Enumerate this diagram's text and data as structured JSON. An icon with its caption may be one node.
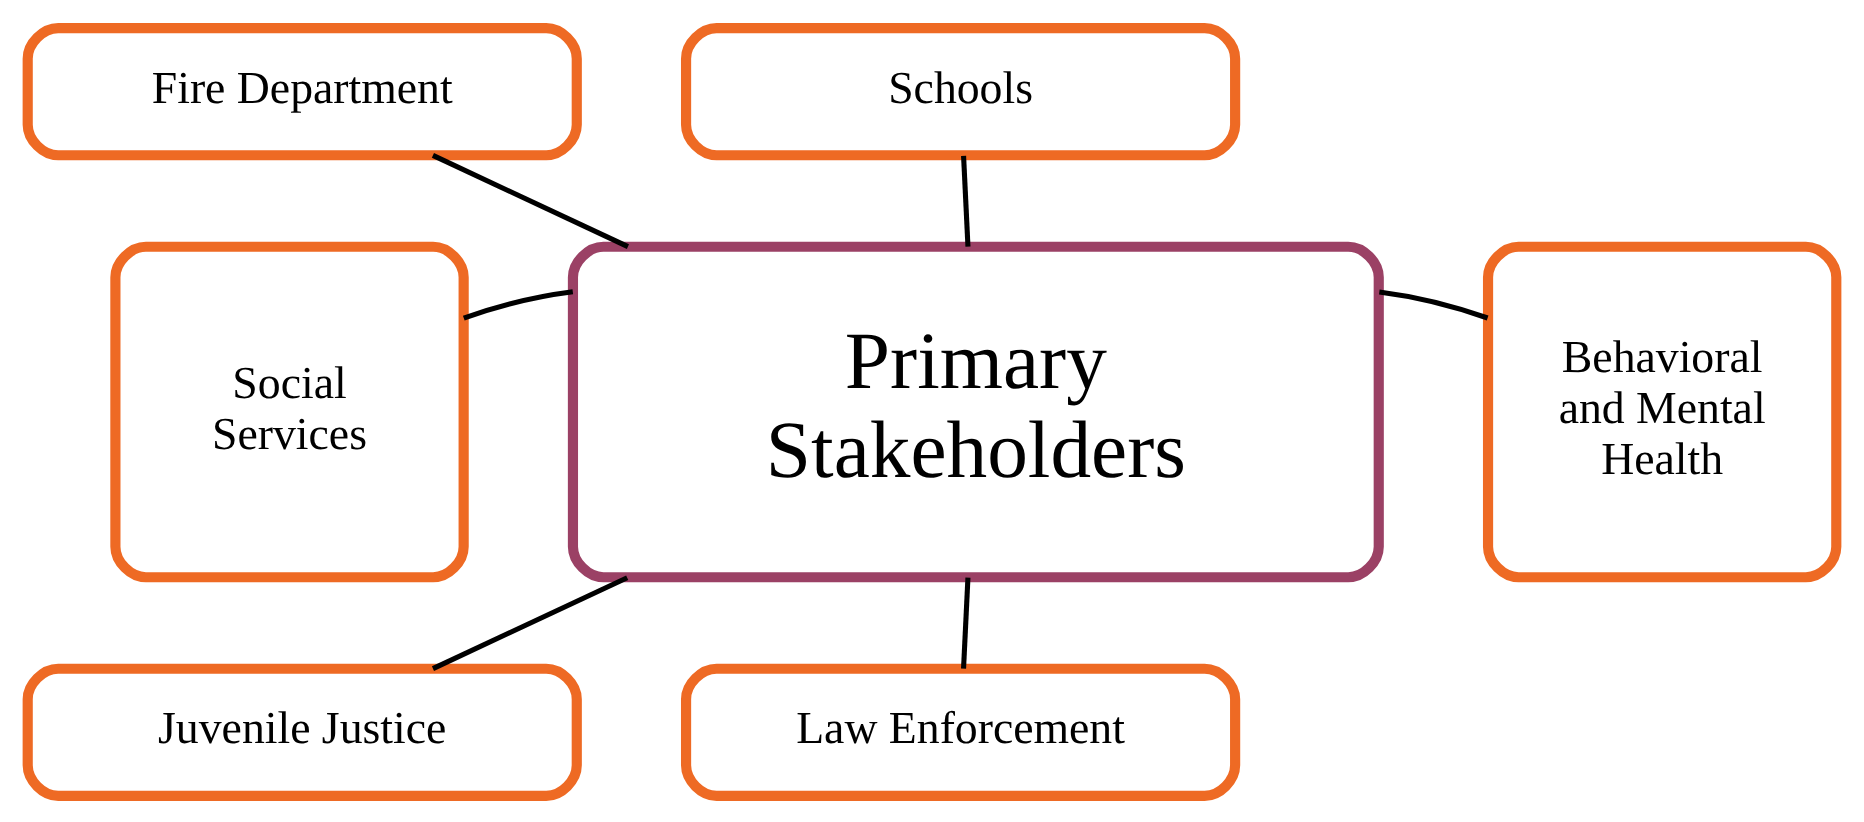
{
  "diagram": {
    "nodes": [
      {
        "text": [
          "Fire Department"
        ]
      },
      {
        "text": [
          "Schools"
        ]
      },
      {
        "text": [
          "Social Services"
        ]
      },
      {
        "text": [
          "Primary Stakeholders"
        ]
      },
      {
        "text": [
          "Behavioral and Mental Health"
        ]
      },
      {
        "text": [
          "Juvenile Justice"
        ]
      },
      {
        "text": [
          "Law Enforcement"
        ]
      }
    ],
    "edges": [
      {
        "from": 3,
        "to": 0,
        "arrow": "none"
      },
      {
        "from": 3,
        "to": 1,
        "arrow": "none"
      },
      {
        "from": 3,
        "to": 2,
        "arrow": "none"
      },
      {
        "from": 3,
        "to": 4,
        "arrow": "none"
      },
      {
        "from": 3,
        "to": 5,
        "arrow": "none"
      },
      {
        "from": 3,
        "to": 6,
        "arrow": "none"
      }
    ]
  }
}
